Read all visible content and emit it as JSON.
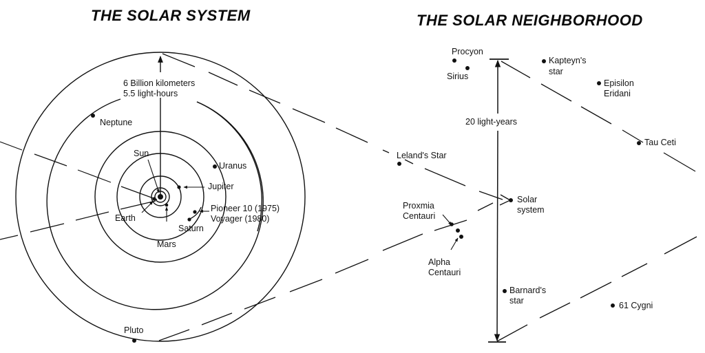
{
  "left_panel": {
    "title": "THE SOLAR SYSTEM",
    "scale_label_line1": "6 Billion kilometers",
    "scale_label_line2": "5.5 light-hours",
    "bodies": {
      "sun": "Sun",
      "earth": "Earth",
      "mars": "Mars",
      "jupiter": "Jupiter",
      "saturn": "Saturn",
      "uranus": "Uranus",
      "neptune": "Neptune",
      "pluto": "Pluto"
    },
    "probes_line1": "Pioneer 10 (1975)",
    "probes_line2": "Voyager (1980)"
  },
  "right_panel": {
    "title": "THE SOLAR NEIGHBORHOOD",
    "scale_label": "20 light-years",
    "stars": {
      "procyon": "Procyon",
      "sirius": "Sirius",
      "kapteyn_line1": "Kapteyn's",
      "kapteyn_line2": "star",
      "epsilon_line1": "Episilon",
      "epsilon_line2": "Eridani",
      "tau_ceti": "Tau Ceti",
      "leland": "Leland's Star",
      "solar_line1": "Solar",
      "solar_line2": "system",
      "proxima_line1": "Proxmia",
      "proxima_line2": "Centauri",
      "alpha_line1": "Alpha",
      "alpha_line2": "Centauri",
      "barnard_line1": "Barnard's",
      "barnard_line2": "star",
      "cygni": "61 Cygni"
    }
  }
}
